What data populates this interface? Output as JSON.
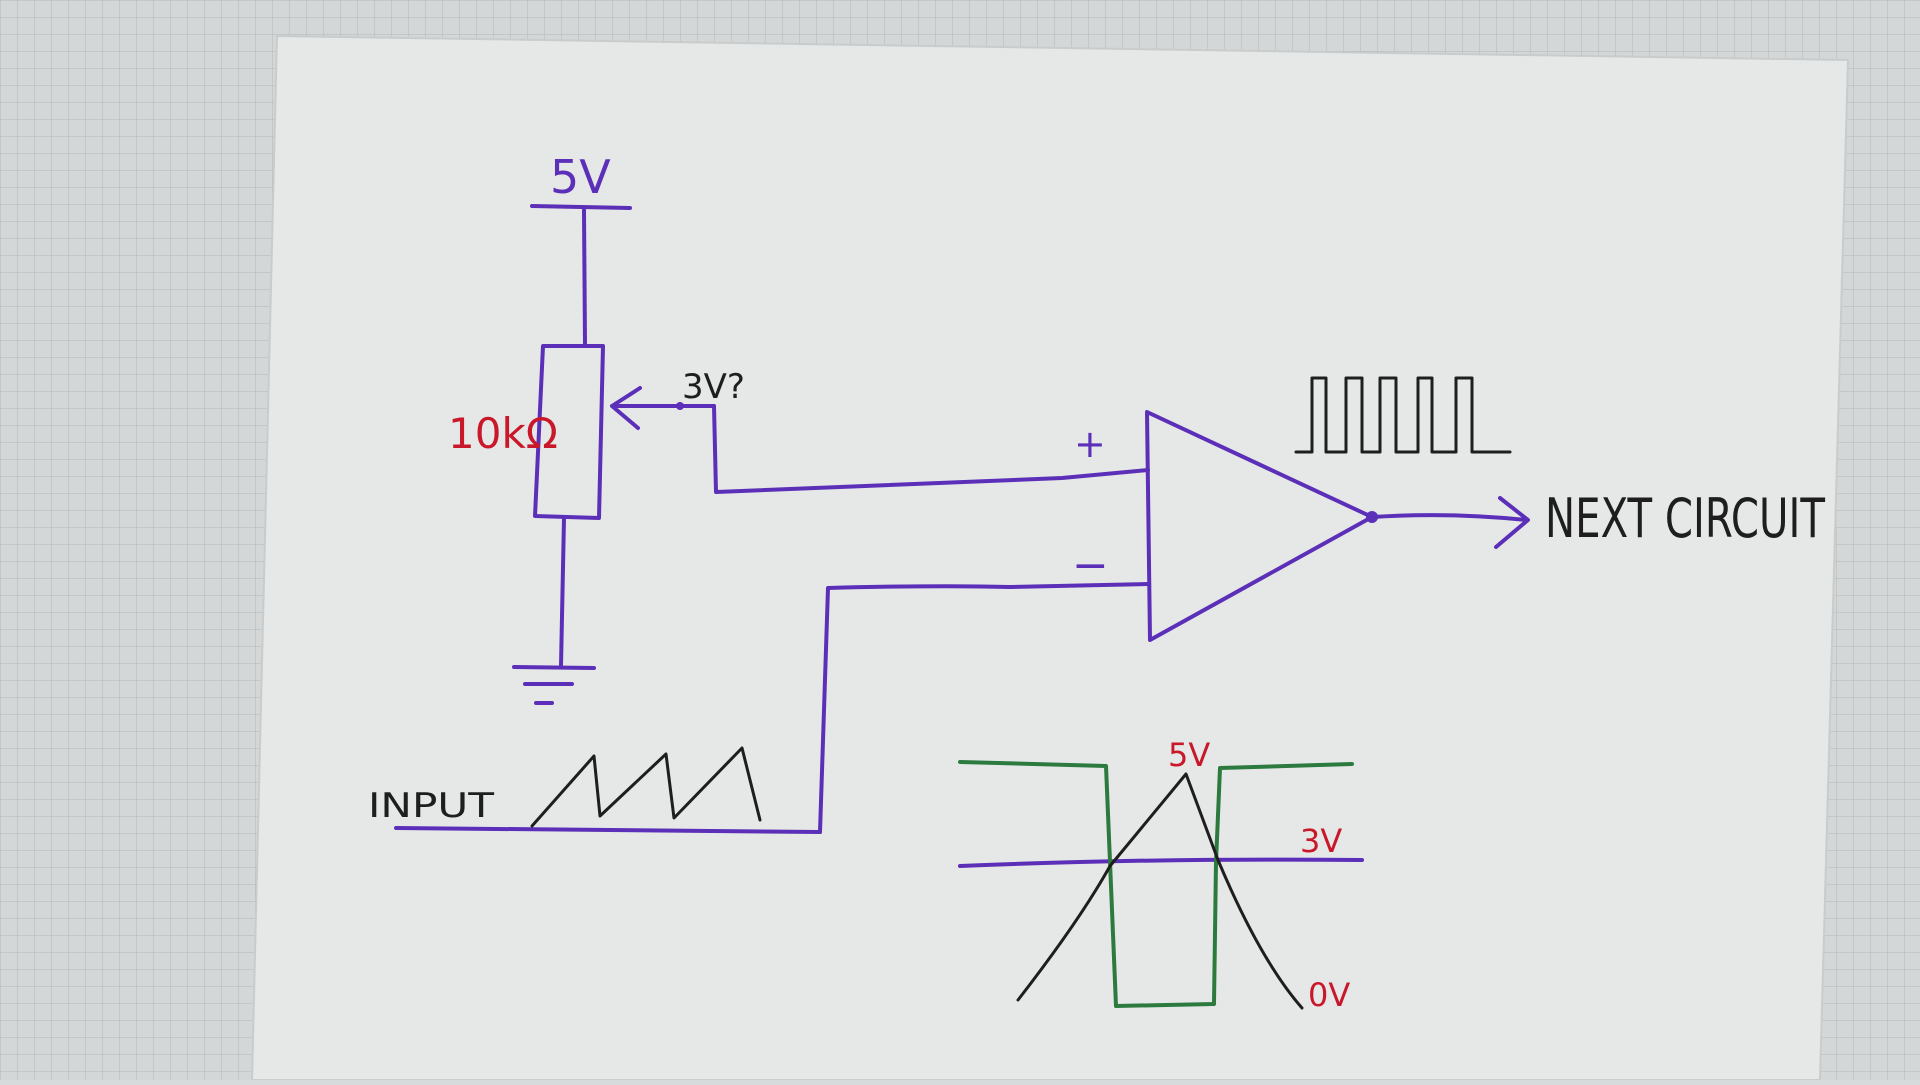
{
  "labels": {
    "supply": "5V",
    "resistor": "10kΩ",
    "wiper": "3V?",
    "plus": "+",
    "minus": "−",
    "input": "INPUT",
    "output": "NEXT CIRCUIT",
    "graph_top": "5V",
    "graph_threshold": "3V",
    "graph_bottom": "0V"
  },
  "colors": {
    "paper": "#e6e8e8",
    "grid_bg": "#d4d7d7",
    "grid_line": "#b3b7b8",
    "wire": "#5b2fb8",
    "red_label": "#c8182a",
    "ink": "#1e1e1e",
    "green": "#2c7a3e"
  }
}
